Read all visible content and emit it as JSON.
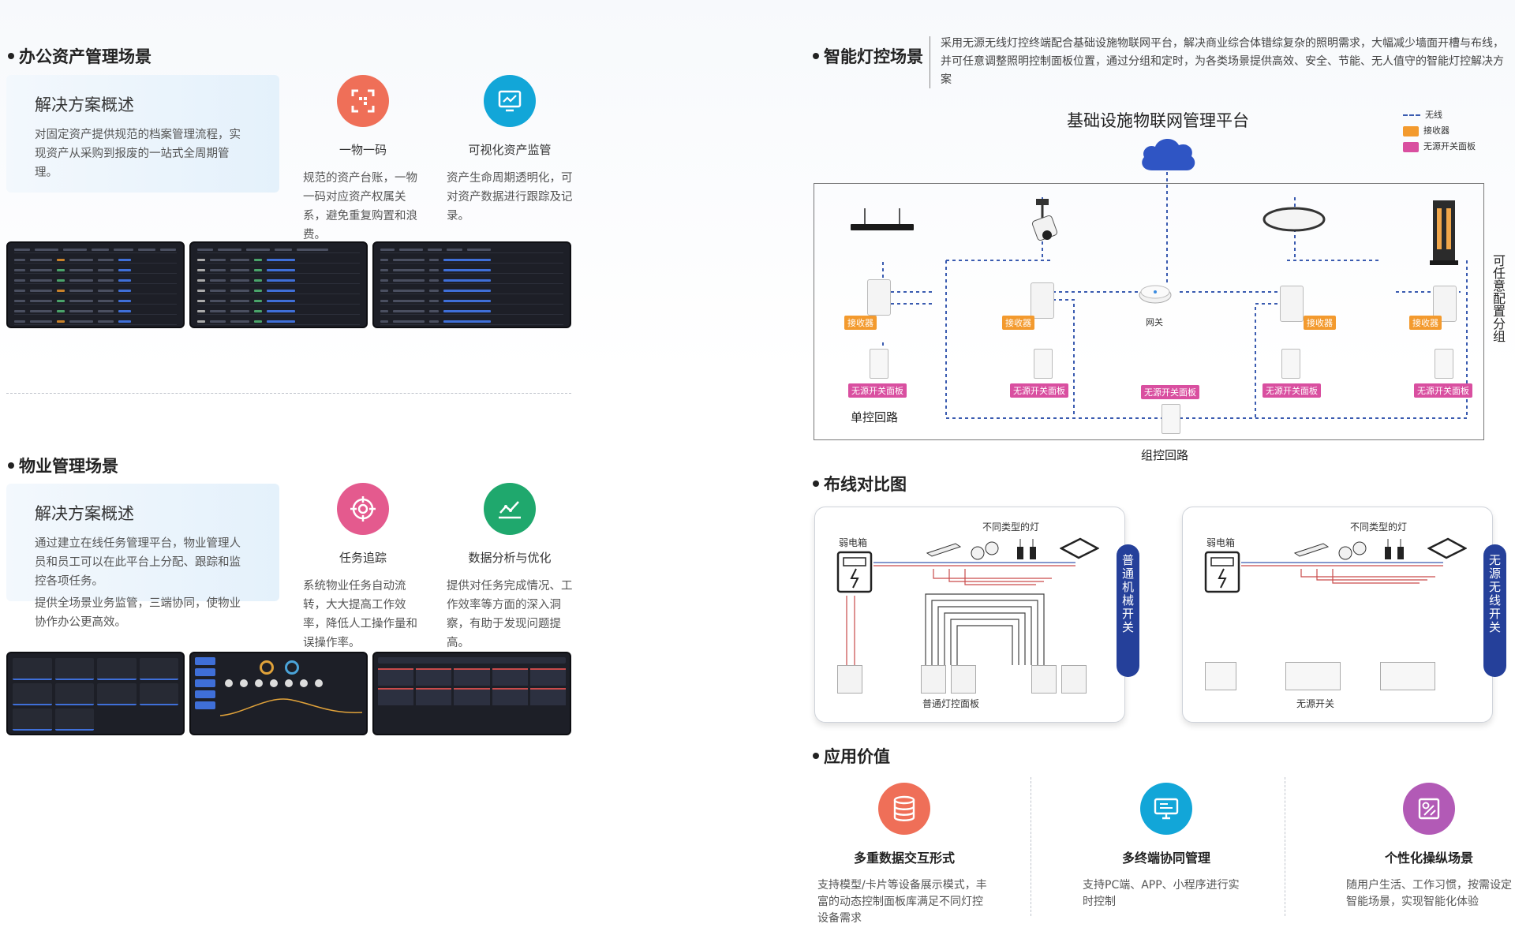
{
  "office": {
    "title": "办公资产管理场景",
    "overview_title": "解决方案概述",
    "overview_text": "对固定资产提供规范的档案管理流程，实现资产从采购到报废的一站式全周期管理。",
    "features": [
      {
        "icon": "qr-code-icon",
        "title": "一物一码",
        "desc": "规范的资产台账，一物一码对应资产权属关系，避免重复购置和浪费。",
        "color": "#ef6f58"
      },
      {
        "icon": "monitor-chart-icon",
        "title": "可视化资产监管",
        "desc": "资产生命周期透明化，可对资产数据进行跟踪及记录。",
        "color": "#12a6d8"
      }
    ]
  },
  "property": {
    "title": "物业管理场景",
    "overview_title": "解决方案概述",
    "overview_text_1": "通过建立在线任务管理平台，物业管理人员和员工可以在此平台上分配、跟踪和监控各项任务。",
    "overview_text_2": "提供全场景业务监管，三端协同，使物业协作办公更高效。",
    "features": [
      {
        "icon": "target-icon",
        "title": "任务追踪",
        "desc": "系统物业任务自动流转，大大提高工作效率，降低人工操作量和误操作率。",
        "color": "#e45a8e"
      },
      {
        "icon": "line-chart-icon",
        "title": "数据分析与优化",
        "desc": "提供对任务完成情况、工作效率等方面的深入洞察，有助于发现问题提高。",
        "color": "#1fa86d"
      }
    ]
  },
  "lighting": {
    "title": "智能灯控场景",
    "desc": "采用无源无线灯控终端配合基础设施物联网平台，解决商业综合体错综复杂的照明需求，大幅减少墙面开槽与布线，并可任意调整照明控制面板位置，通过分组和定时，为各类场景提供高效、安全、节能、无人值守的智能灯控解决方案",
    "platform": "基础设施物联网管理平台",
    "legend": {
      "wireless": "无线",
      "receiver": "接收器",
      "panel": "无源开关面板"
    },
    "receiver_label": "接收器",
    "panel_label": "无源开关面板",
    "gateway_label": "网关",
    "single_loop": "单控回路",
    "group_loop": "组控回路",
    "side_label": "可任意配置分组",
    "colors": {
      "receiver": "#f39a2e",
      "panel": "#d94fa0",
      "dashed": "#3a5bb0"
    }
  },
  "wiring": {
    "title": "布线对比图",
    "left": {
      "box_label": "弱电箱",
      "lamp_label": "不同类型的灯",
      "bottom_label": "普通灯控面板",
      "side": "普通机械开关"
    },
    "right": {
      "box_label": "弱电箱",
      "lamp_label": "不同类型的灯",
      "bottom_label": "无源开关",
      "side": "无源无线开关"
    }
  },
  "value": {
    "title": "应用价值",
    "items": [
      {
        "icon": "database-icon",
        "title": "多重数据交互形式",
        "desc": "支持模型/卡片等设备展示模式，丰富的动态控制面板库满足不同灯控设备需求",
        "color": "#ef6f58"
      },
      {
        "icon": "desktop-icon",
        "title": "多终端协同管理",
        "desc": "支持PC端、APP、小程序进行实时控制",
        "color": "#12a6d8"
      },
      {
        "icon": "settings-screen-icon",
        "title": "个性化操纵场景",
        "desc": "随用户生活、工作习惯，按需设定智能场景，实现智能化体验",
        "color": "#b25ab6"
      }
    ]
  }
}
